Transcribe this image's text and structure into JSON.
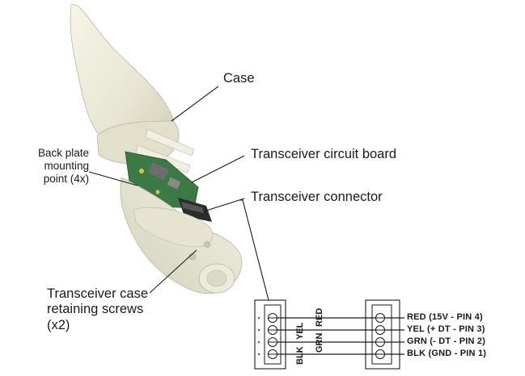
{
  "labels": {
    "case": "Case",
    "circuit_board": "Transceiver circuit board",
    "connector": "Transceiver connector",
    "back_plate": [
      "Back plate",
      "mounting",
      "point (4x)"
    ],
    "retaining_screws": [
      "Transceiver case",
      "retaining screws",
      "(x2)"
    ]
  },
  "wire_tags": {
    "red": "RED",
    "yel": "YEL",
    "grn": "GRN",
    "blk": "BLK"
  },
  "pins": [
    {
      "label": "RED (15V  -  PIN 4)"
    },
    {
      "label": "YEL  (+ DT  -  PIN 3)"
    },
    {
      "label": "GRN (-  DT -  PIN 2)"
    },
    {
      "label": "BLK  (GND -  PIN 1)"
    }
  ],
  "colors": {
    "case_fill": "#ecebd9",
    "case_shadow": "#cfcdb6",
    "board_green": "#3c7a45",
    "line": "#1a1a1a"
  }
}
